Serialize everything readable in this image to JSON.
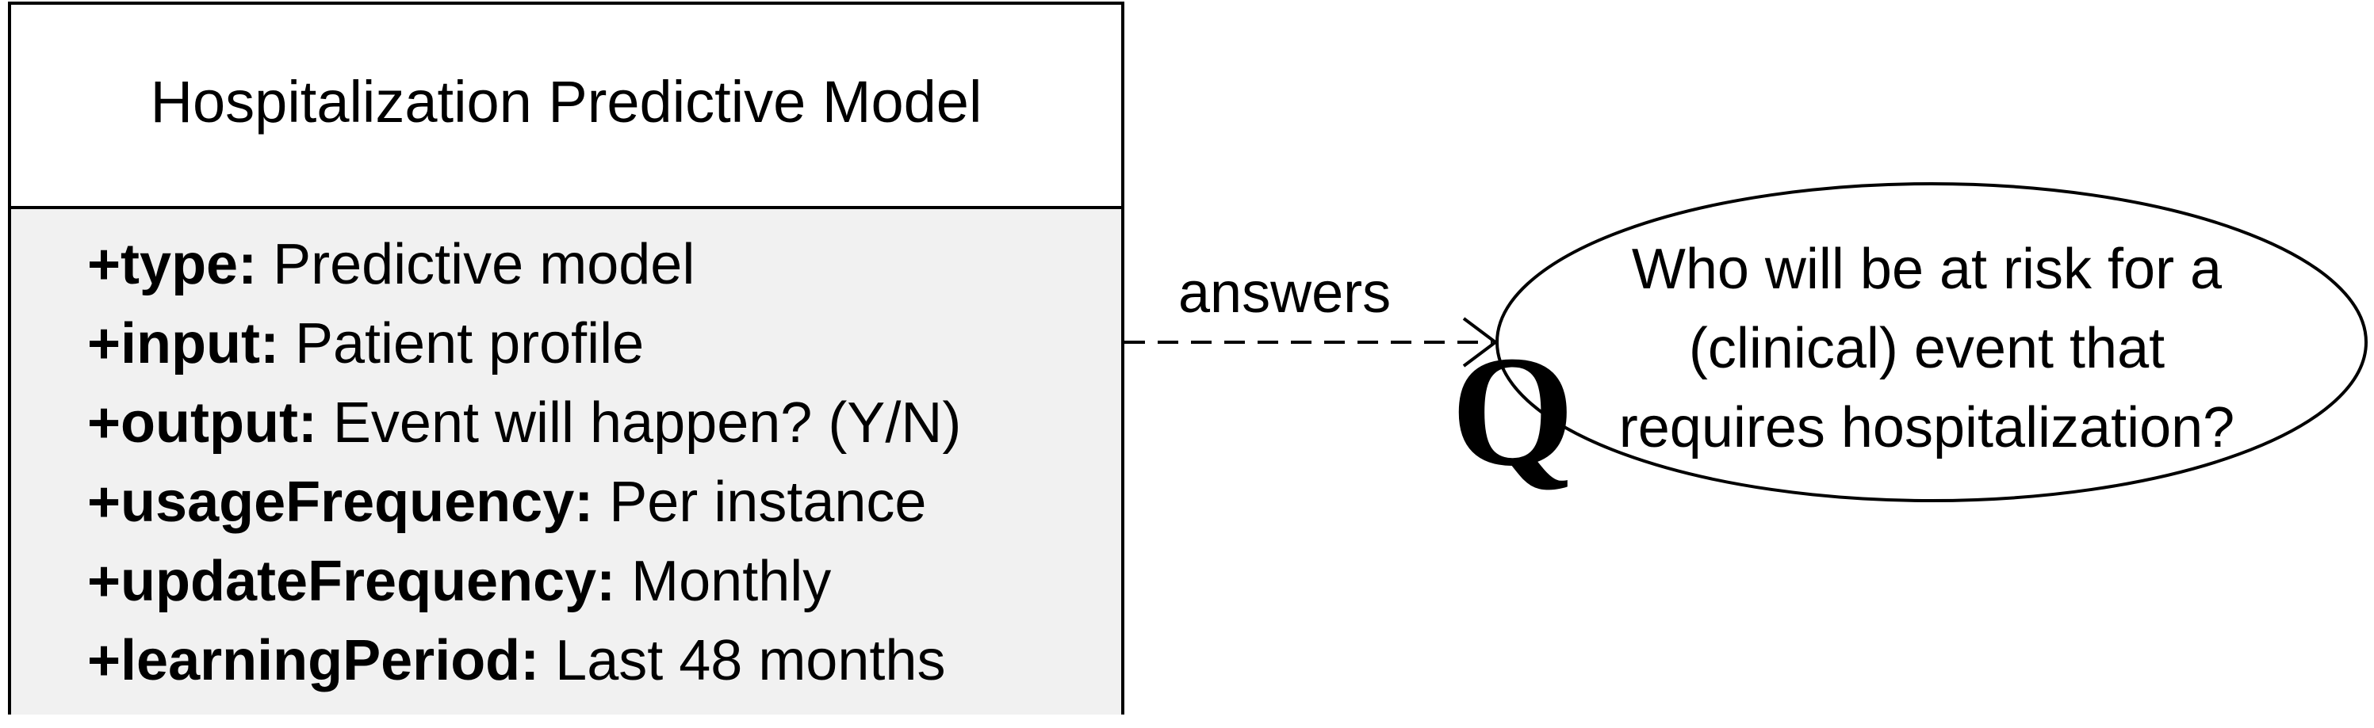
{
  "class_box": {
    "title": "Hospitalization Predictive Model",
    "attributes": [
      {
        "key": "+type:",
        "value": " Predictive model"
      },
      {
        "key": "+input:",
        "value": " Patient profile"
      },
      {
        "key": "+output:",
        "value": " Event will happen? (Y/N)"
      },
      {
        "key": "+usageFrequency:",
        "value": " Per instance"
      },
      {
        "key": "+updateFrequency:",
        "value": " Monthly"
      },
      {
        "key": "+learningPeriod:",
        "value": " Last 48 months"
      }
    ]
  },
  "relation": {
    "label": "answers",
    "line_style": "dashed",
    "arrow": "open"
  },
  "question": {
    "symbol": "Q",
    "lines": [
      "Who will be at risk for a",
      "(clinical) event that",
      "requires hospitalization?"
    ]
  },
  "colors": {
    "stroke": "#000000",
    "attribute_compartment_fill": "#f1f1f1",
    "background": "#ffffff"
  }
}
